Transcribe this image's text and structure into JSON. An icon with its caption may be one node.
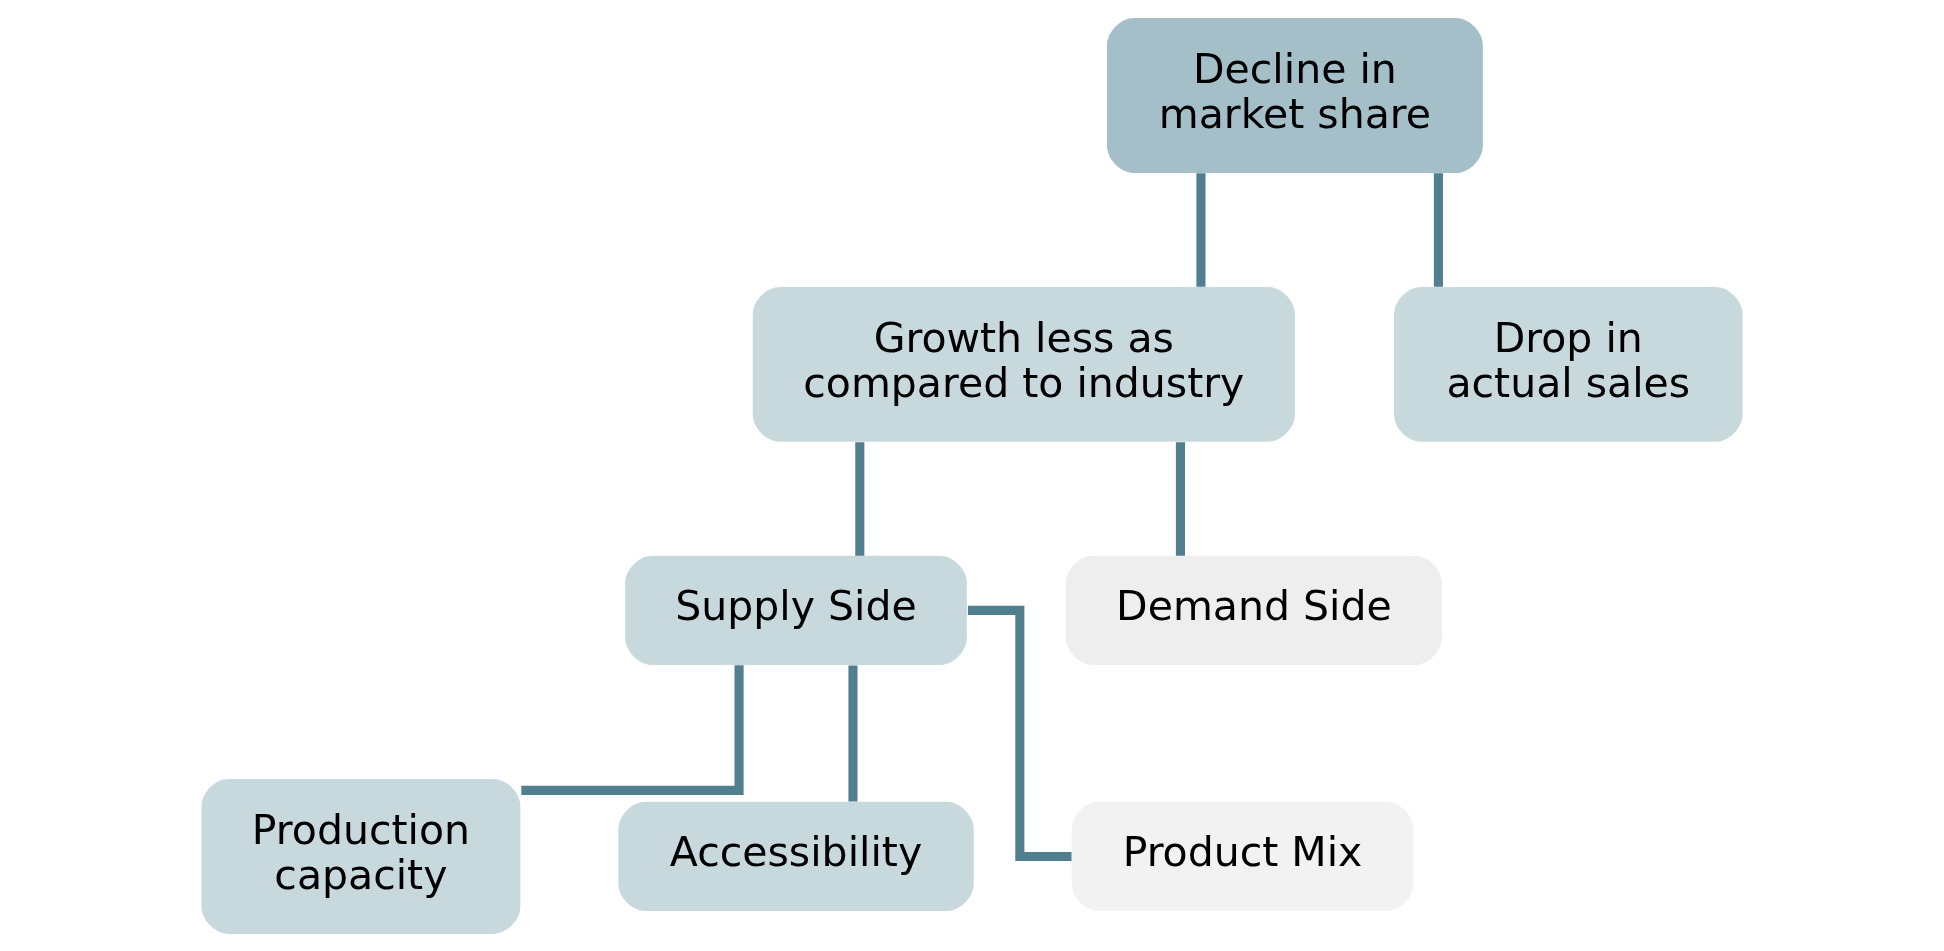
{
  "diagram": {
    "nodes": [
      {
        "text": [
          "Decline in market share"
        ]
      },
      {
        "text": [
          "Growth less as compared to industry"
        ]
      },
      {
        "text": [
          "Drop in actual sales"
        ]
      },
      {
        "text": [
          "Supply Side"
        ]
      },
      {
        "text": [
          "Demand Side"
        ]
      },
      {
        "text": [
          "Production capacity"
        ]
      },
      {
        "text": [
          "Accessibility"
        ]
      },
      {
        "text": [
          "Product Mix"
        ]
      }
    ],
    "edges": [
      {
        "from": 0,
        "to": 1,
        "arrow": "none"
      },
      {
        "from": 0,
        "to": 2,
        "arrow": "none"
      },
      {
        "from": 1,
        "to": 3,
        "arrow": "none"
      },
      {
        "from": 1,
        "to": 4,
        "arrow": "none"
      },
      {
        "from": 3,
        "to": 5,
        "arrow": "none"
      },
      {
        "from": 3,
        "to": 6,
        "arrow": "none"
      },
      {
        "from": 3,
        "to": 7,
        "arrow": "none"
      }
    ]
  }
}
